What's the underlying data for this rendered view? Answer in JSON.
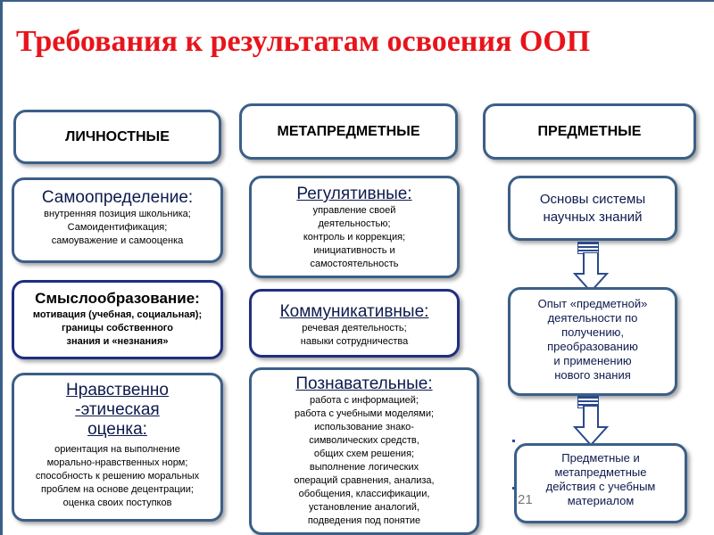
{
  "title": "Требования к результатам освоения ООП",
  "slide_number": "21",
  "columns": {
    "personal": {
      "header": "ЛИЧНОСТНЫЕ",
      "box1": {
        "title": "Самоопределение:",
        "lines": [
          "внутренняя позиция школьника;",
          "Самоидентификация;",
          "самоуважение и самооценка"
        ]
      },
      "box2": {
        "title": "Смыслообразование:",
        "lines": [
          "мотивация (учебная, социальная);",
          "границы собственного",
          "знания и «незнания»"
        ]
      },
      "box3": {
        "title_lines": [
          "Нравственно",
          "-этическая",
          "оценка:"
        ],
        "lines": [
          "ориентация на выполнение",
          "морально-нравственных норм;",
          "способность к решению моральных",
          "проблем на основе децентрации;",
          "оценка своих поступков"
        ]
      }
    },
    "meta": {
      "header": "МЕТАПРЕДМЕТНЫЕ",
      "box1": {
        "title": "Регулятивные:",
        "lines": [
          "управление своей",
          "деятельностью;",
          "контроль и коррекция;",
          "инициативность и",
          "самостоятельность"
        ]
      },
      "box2": {
        "title": "Коммуникативные:",
        "lines": [
          "речевая деятельность;",
          "навыки сотрудничества"
        ]
      },
      "box3": {
        "title": "Познавательные:",
        "lines": [
          "работа с информацией;",
          "работа с учебными моделями;",
          "использование знако-",
          "символических средств,",
          "общих схем решения;",
          "выполнение логических",
          "операций сравнения, анализа,",
          "обобщения, классификации,",
          "установление аналогий,",
          "подведения под понятие"
        ]
      }
    },
    "subject": {
      "header": "ПРЕДМЕТНЫЕ",
      "box1": {
        "lines": [
          "Основы системы",
          "научных знаний"
        ]
      },
      "box2": {
        "lines": [
          "Опыт «предметной»",
          "деятельности по",
          "получению,",
          "преобразованию",
          "и применению",
          "нового знания"
        ]
      },
      "box3": {
        "lines": [
          "Предметные и",
          "метапредметные",
          "действия с учебным",
          "материалом"
        ]
      }
    }
  },
  "colors": {
    "title": "#e8141b",
    "border": "#3b5f88",
    "border_strong": "#1f2e80",
    "text_blue": "#0d1a4d"
  }
}
